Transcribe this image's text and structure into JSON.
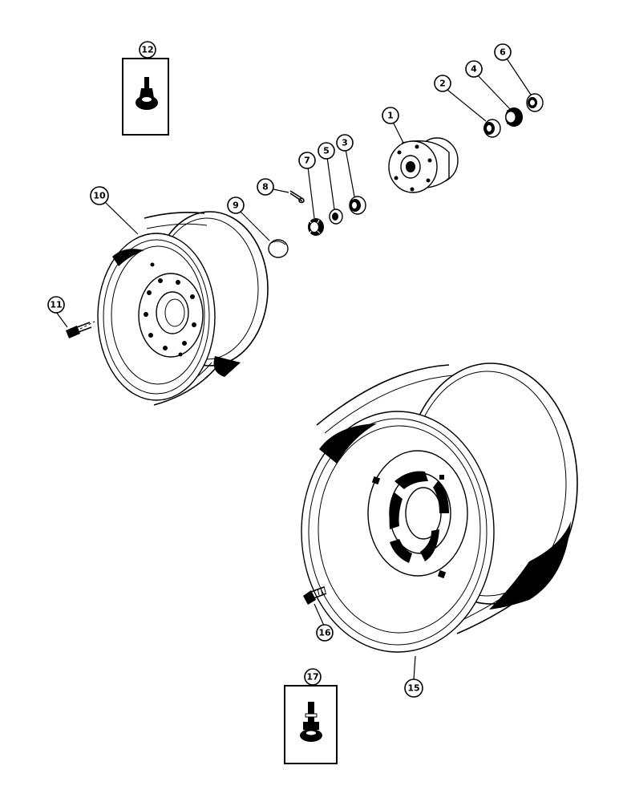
{
  "callouts": {
    "c1": "1",
    "c2": "2",
    "c3": "3",
    "c4": "4",
    "c5": "5",
    "c6": "6",
    "c7": "7",
    "c8": "8",
    "c9": "9",
    "c10": "10",
    "c11": "11",
    "c12": "12",
    "c15": "15",
    "c16": "16",
    "c17": "17"
  },
  "parts": {
    "hub": "hub-icon",
    "bearing_cone_outer": "bearing-cone-icon",
    "bearing_cup": "bearing-cup-icon",
    "nut": "castle-nut-icon",
    "washer": "washer-icon",
    "cotter_pin": "cotter-pin-icon",
    "hub_cap": "hub-cap-icon",
    "front_wheel": "front-wheel-rim-icon",
    "rear_wheel": "rear-wheel-rim-icon",
    "bolt": "bolt-icon",
    "valve_stem": "valve-stem-icon"
  },
  "colors": {
    "ink": "#000000",
    "paper": "#ffffff"
  }
}
